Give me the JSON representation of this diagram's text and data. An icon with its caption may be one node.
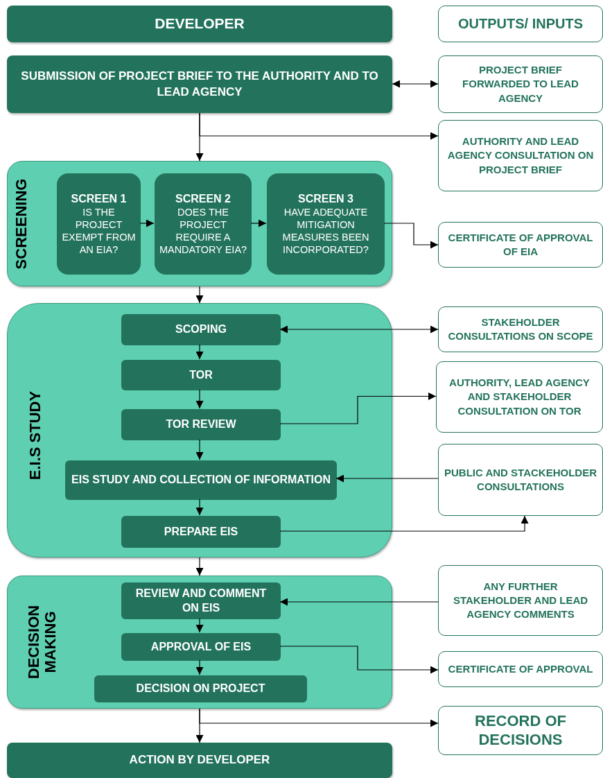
{
  "diagram": {
    "nodes": [
      {
        "text": [
          "DEVELOPER"
        ]
      },
      {
        "text": [
          "OUTPUTS/ INPUTS"
        ]
      },
      {
        "text": [
          "SUBMISSION OF PROJECT BRIEF TO THE AUTHORITY AND TO LEAD AGENCY"
        ]
      },
      {
        "text": [
          "PROJECT BRIEF FORWARDED TO LEAD AGENCY"
        ]
      },
      {
        "text": [
          "AUTHORITY AND LEAD AGENCY CONSULTATION ON PROJECT BRIEF"
        ]
      },
      {
        "text": [
          "SCREENING"
        ]
      },
      {
        "text": [
          "SCREEN 1",
          "IS THE PROJECT EXEMPT FROM AN EIA?"
        ],
        "in": 5
      },
      {
        "text": [
          "SCREEN 2",
          "DOES THE PROJECT REQUIRE A MANDATORY EIA?"
        ],
        "in": 5
      },
      {
        "text": [
          "SCREEN 3",
          "HAVE ADEQUATE MITIGATION MEASURES BEEN INCORPORATED?"
        ],
        "in": 5
      },
      {
        "text": [
          "CERTIFICATE OF APPROVAL OF EIA"
        ]
      },
      {
        "text": [
          "E.I.S STUDY"
        ]
      },
      {
        "text": [
          "SCOPING"
        ],
        "in": 10
      },
      {
        "text": [
          "TOR"
        ],
        "in": 10
      },
      {
        "text": [
          "TOR REVIEW"
        ],
        "in": 10
      },
      {
        "text": [
          "EIS STUDY AND COLLECTION OF INFORMATION"
        ],
        "in": 10
      },
      {
        "text": [
          "PREPARE EIS"
        ],
        "in": 10
      },
      {
        "text": [
          "STAKEHOLDER CONSULTATIONS ON SCOPE"
        ]
      },
      {
        "text": [
          "AUTHORITY, LEAD AGENCY AND STAKEHOLDER CONSULTATION ON TOR"
        ]
      },
      {
        "text": [
          "PUBLIC AND STACKEHOLDER CONSULTATIONS"
        ]
      },
      {
        "text": [
          "DECISION MAKING"
        ]
      },
      {
        "text": [
          "REVIEW AND COMMENT ON EIS"
        ],
        "in": 19
      },
      {
        "text": [
          "APPROVAL OF EIS"
        ],
        "in": 19
      },
      {
        "text": [
          "DECISION ON PROJECT"
        ],
        "in": 19
      },
      {
        "text": [
          "ANY FURTHER STAKEHOLDER AND LEAD AGENCY COMMENTS"
        ]
      },
      {
        "text": [
          "CERTIFICATE OF APPROVAL"
        ]
      },
      {
        "text": [
          "RECORD OF DECISIONS"
        ]
      },
      {
        "text": [
          "ACTION BY DEVELOPER"
        ]
      }
    ],
    "edges": [
      {
        "from": 2,
        "to": 3,
        "arrow": "both"
      },
      {
        "from": 2,
        "to": 5,
        "arrow": "to"
      },
      {
        "from": 2,
        "to": 4,
        "arrow": "to"
      },
      {
        "from": 6,
        "to": 7,
        "arrow": "to"
      },
      {
        "from": 7,
        "to": 8,
        "arrow": "to"
      },
      {
        "from": 8,
        "to": 9,
        "arrow": "to"
      },
      {
        "from": 5,
        "to": 10,
        "arrow": "to"
      },
      {
        "from": 11,
        "to": 16,
        "arrow": "both"
      },
      {
        "from": 11,
        "to": 12,
        "arrow": "to"
      },
      {
        "from": 12,
        "to": 13,
        "arrow": "to"
      },
      {
        "from": 13,
        "to": 14,
        "arrow": "to"
      },
      {
        "from": 14,
        "to": 15,
        "arrow": "to"
      },
      {
        "from": 13,
        "to": 17,
        "arrow": "to"
      },
      {
        "from": 18,
        "to": 14,
        "arrow": "to"
      },
      {
        "from": 15,
        "to": 18,
        "arrow": "to"
      },
      {
        "from": 10,
        "to": 19,
        "arrow": "to"
      },
      {
        "from": 23,
        "to": 20,
        "arrow": "to"
      },
      {
        "from": 20,
        "to": 21,
        "arrow": "to"
      },
      {
        "from": 21,
        "to": 22,
        "arrow": "to"
      },
      {
        "from": 21,
        "to": 24,
        "arrow": "to"
      },
      {
        "from": 19,
        "to": 26,
        "arrow": "to"
      },
      {
        "from": 19,
        "to": 25,
        "arrow": "to"
      }
    ]
  }
}
